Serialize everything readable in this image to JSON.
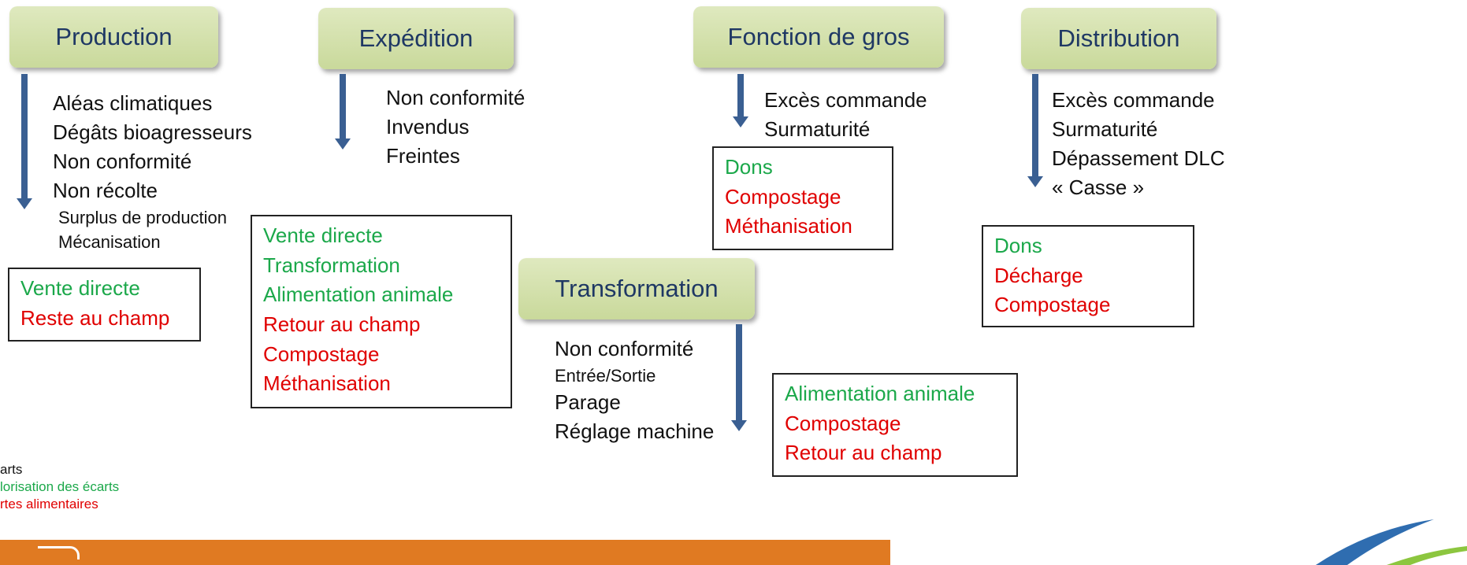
{
  "stages": {
    "production": "Production",
    "expedition": "Expédition",
    "gros": "Fonction de gros",
    "distribution": "Distribution",
    "transformation": "Transformation"
  },
  "production": {
    "causes": [
      "Aléas climatiques",
      "Dégâts bioagresseurs",
      "Non conformité",
      "Non récolte"
    ],
    "causes_small": [
      "Surplus de production",
      "Mécanisation"
    ],
    "valorisation": [
      "Vente directe"
    ],
    "pertes": [
      "Reste au champ"
    ]
  },
  "expedition": {
    "causes": [
      "Non conformité",
      "Invendus",
      "Freintes"
    ],
    "valorisation": [
      "Vente directe",
      "Transformation",
      "Alimentation animale"
    ],
    "pertes": [
      "Retour au champ",
      "Compostage",
      "Méthanisation"
    ]
  },
  "gros": {
    "causes": [
      "Excès commande",
      "Surmaturité"
    ],
    "valorisation": [
      "Dons"
    ],
    "pertes": [
      "Compostage",
      "Méthanisation"
    ]
  },
  "distribution": {
    "causes": [
      "Excès commande",
      "Surmaturité",
      "Dépassement DLC",
      "« Casse »"
    ],
    "valorisation": [
      "Dons"
    ],
    "pertes": [
      "Décharge",
      "Compostage"
    ]
  },
  "transformation": {
    "causes": [
      "Non conformité",
      "Entrée/Sortie",
      "Parage",
      "Réglage machine"
    ],
    "valorisation": [
      "Alimentation animale"
    ],
    "pertes": [
      "Compostage",
      "Retour au champ"
    ]
  },
  "legend": {
    "ecarts": "arts",
    "valorisation": "lorisation des écarts",
    "pertes": "rtes alimentaires"
  },
  "colors": {
    "valorisation": "#1ba84a",
    "pertes": "#e00000",
    "stage_text": "#1f3864",
    "arrow": "#3a5f92",
    "bar": "#e07a22"
  }
}
